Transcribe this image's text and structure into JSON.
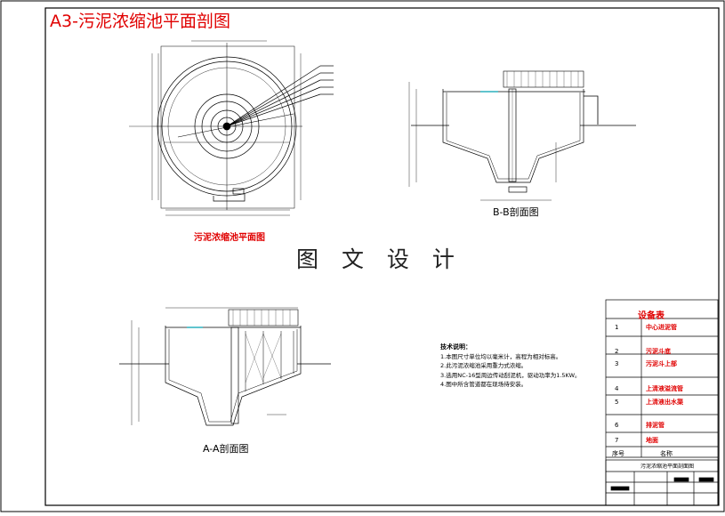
{
  "title": "A3-污泥浓缩池平面剖图",
  "watermark": "图 文 设 计",
  "views": {
    "plan_caption": "污泥浓缩池平面图",
    "bb_caption": "B-B剖面图",
    "aa_caption": "A-A剖面图"
  },
  "notes": {
    "heading": "技术说明：",
    "lines": [
      "1.本图尺寸单位均以毫米计，高程为相对标高。",
      "2.此污泥浓缩池采用重力式浓缩。",
      "3.选用NC-16型周边传动刮泥机，驱动功率为1.5KW。",
      "4.图中所含管道都在现场待安装。"
    ]
  },
  "equipment_table": {
    "title": "设备表",
    "rows": [
      {
        "no": "1",
        "name": "中心进泥管"
      },
      {
        "no": "2",
        "name": "污泥斗底"
      },
      {
        "no": "3",
        "name": "污泥斗上部"
      },
      {
        "no": "4",
        "name": "上清液溢流管"
      },
      {
        "no": "5",
        "name": "上清液出水渠"
      },
      {
        "no": "6",
        "name": "排泥管"
      },
      {
        "no": "7",
        "name": "地面"
      }
    ],
    "footer_no": "序号",
    "footer_name": "名称",
    "drawing_name": "污泥浓缩池平面剖面图"
  },
  "colors": {
    "title": "#e00000",
    "table_text": "#e00000",
    "water_level": "#00a0b0",
    "frame": "#000000"
  }
}
